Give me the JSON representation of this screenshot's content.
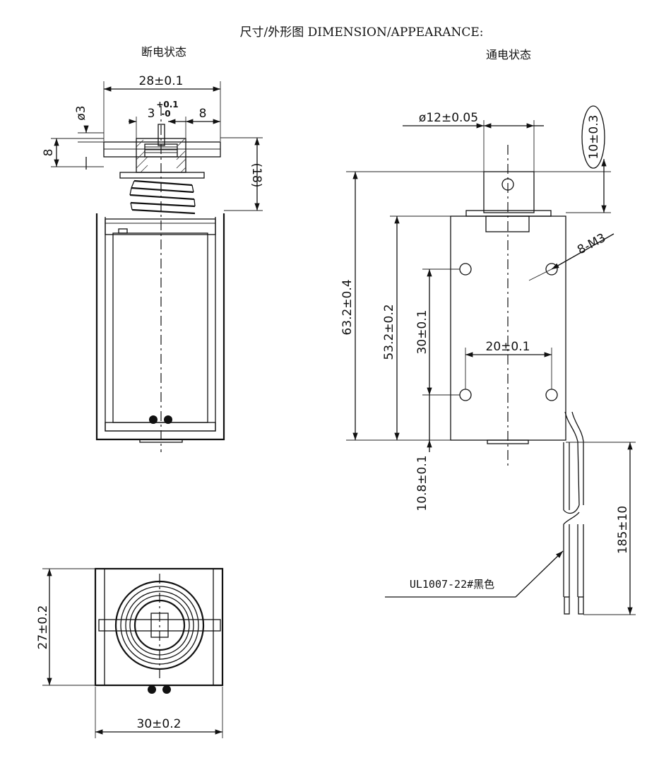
{
  "header": {
    "title": "尺寸/外形图 DIMENSION/APPEARANCE:",
    "view_off": "断电状态",
    "view_on": "通电状态"
  },
  "off_view": {
    "width": "28±0.1",
    "shaft_dia_label": "ø3",
    "shaft_base": "3",
    "tol_upper": "+0.1",
    "tol_lower": "-0",
    "offset": "8",
    "head_height": "8",
    "stroke_ref": "(18)"
  },
  "bottom_view": {
    "height": "27±0.2",
    "width": "30±0.2"
  },
  "on_view": {
    "shaft_dia": "ø12±0.05",
    "shaft_height": "10±0.3",
    "screws": "8-M3",
    "total_height": "63.2±0.4",
    "body_height": "53.2±0.2",
    "hole_vertical": "30±0.1",
    "hole_horizontal": "20±0.1",
    "bottom_offset": "10.8±0.1",
    "lead_length": "185±10",
    "wire_note": "UL1007-22#黑色"
  }
}
